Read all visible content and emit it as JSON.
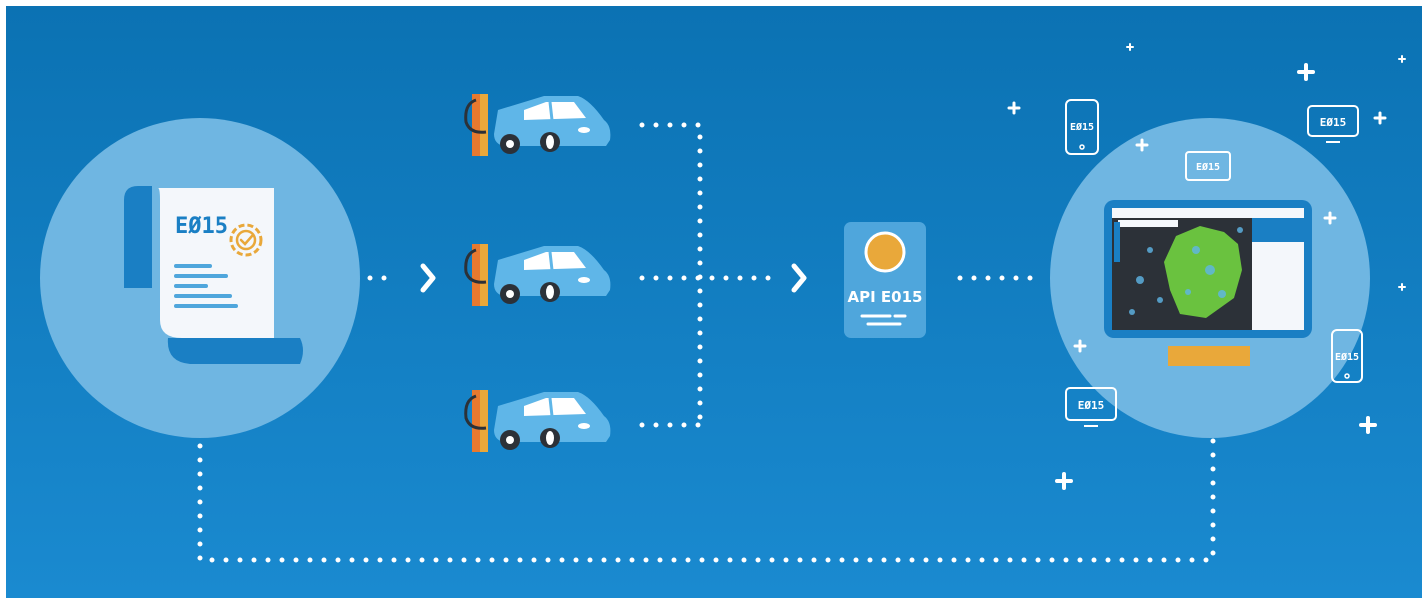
{
  "colors": {
    "bg_top": "#0b72b3",
    "bg_bottom": "#1a8ad0",
    "circle": "#6fb6e2",
    "car": "#5fb6e8",
    "pole_orange": "#e8792f",
    "pole_yellow": "#e9a83a",
    "accent": "#e9a83a",
    "white": "#ffffff",
    "map_green": "#6ac23f",
    "screen_dark": "#2c3138",
    "card_blue": "#4fa6dc"
  },
  "document": {
    "logo": "EØ15",
    "icon": "check-badge-icon"
  },
  "api": {
    "label": "API E015"
  },
  "devices": {
    "phone_left": "EØ15",
    "monitor_right": "EØ15",
    "tablet_center": "EØ15",
    "phone_right": "EØ15",
    "monitor_left": "EØ15"
  },
  "dashboard": {
    "search_placeholder": "",
    "side_panel_title": ""
  }
}
